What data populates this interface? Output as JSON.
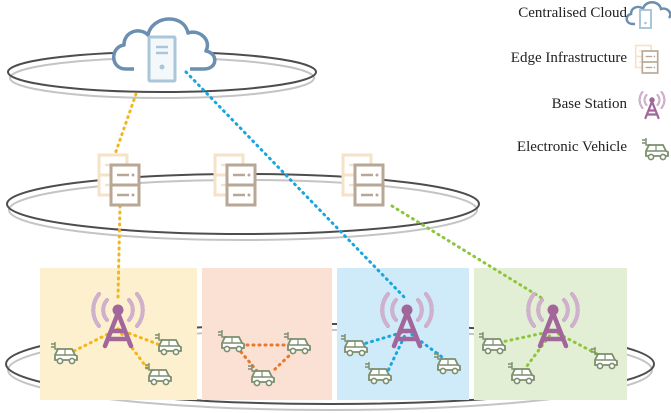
{
  "legend": {
    "cloud_label": "Centralised Cloud",
    "edge_label": "Edge Infrastructure",
    "base_label": "Base Station",
    "vehicle_label": "Electronic Vehicle"
  },
  "icons": {
    "cloud": "cloud-server-icon",
    "edge": "edge-server-icon",
    "base": "base-station-tower-icon",
    "vehicle": "electric-car-icon"
  },
  "colors": {
    "cloud": "#6b8fb0",
    "cloud_server": "#a9c6da",
    "edge_front": "#b7a794",
    "edge_back": "#f6e2c9",
    "tower": "#a2669b",
    "tower_wave": "#cfb0cd",
    "vehicle": "#7c8e6e",
    "link_orange": "#f2b61b",
    "link_orange_dark": "#e8782a",
    "link_blue": "#19a6e0",
    "link_green": "#8cc63f",
    "zone_yellow": "#fdf0cf",
    "zone_peach": "#fbe1d4",
    "zone_blue": "#cfeaf8",
    "zone_green": "#e3efd5",
    "plane": "#555555"
  }
}
